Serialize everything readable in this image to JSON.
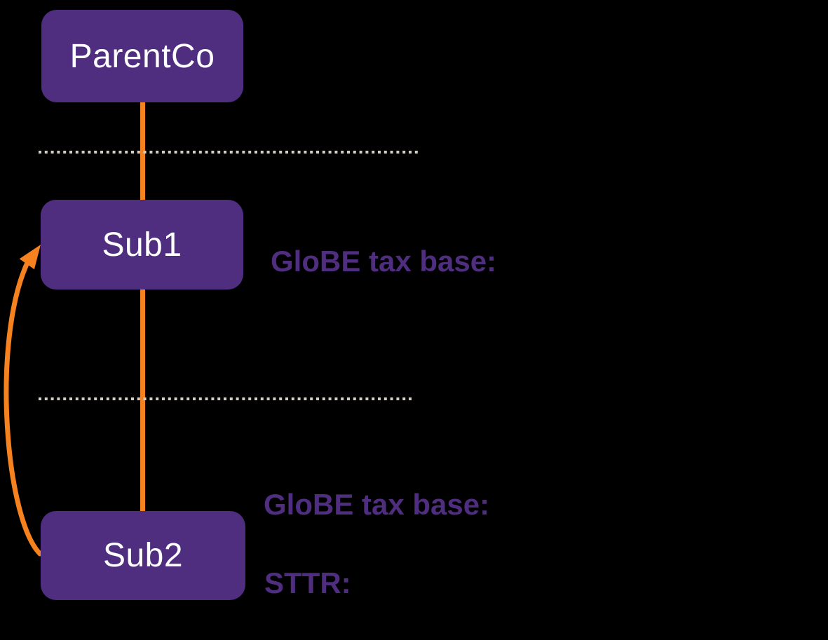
{
  "diagram": {
    "nodes": {
      "parentco": {
        "label": "ParentCo"
      },
      "sub1": {
        "label": "Sub1"
      },
      "sub2": {
        "label": "Sub2"
      }
    },
    "labels": {
      "sub1_globe": "GloBE tax base:",
      "sub2_globe": "GloBE tax base:",
      "sub2_sttr": "STTR:"
    },
    "connectors": {
      "parentco_to_sub1": "vertical-orange-line",
      "sub1_to_sub2": "vertical-orange-line",
      "sub2_to_sub1_payment": "curved-orange-arrow",
      "jurisdiction_border_top": "dotted-line",
      "jurisdiction_border_bottom": "dotted-line"
    }
  },
  "colors": {
    "background": "#000000",
    "node-fill": "#4F2D7F",
    "node-text": "#FFFFFF",
    "label-text": "#4F2D7F",
    "connector-orange": "#F5821F",
    "dotted-line": "#D6CFC4"
  }
}
